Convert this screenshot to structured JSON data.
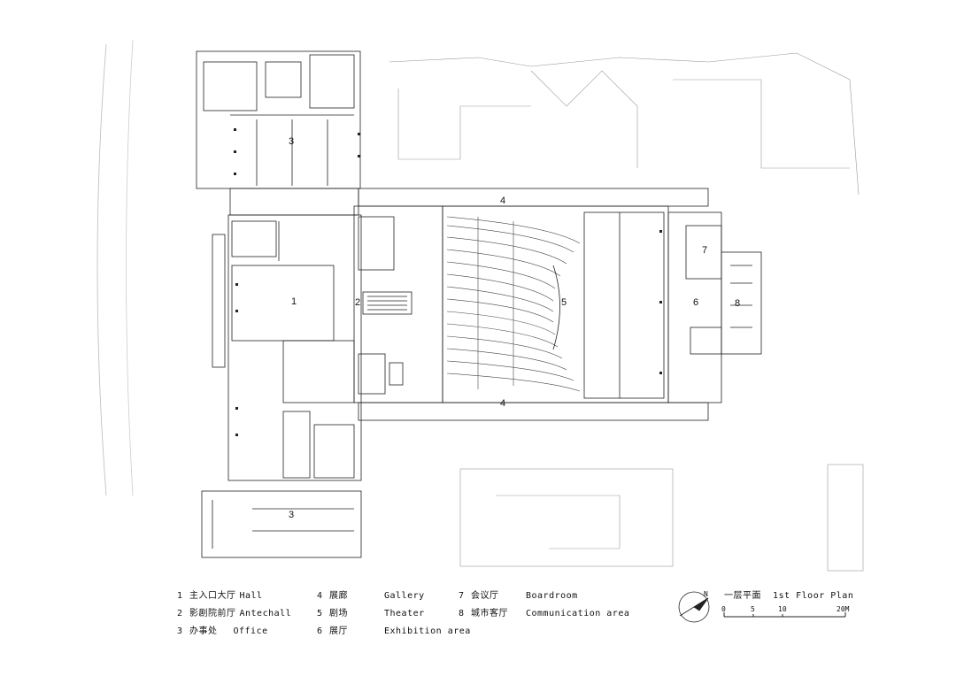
{
  "rooms": [
    {
      "num": "1"
    },
    {
      "num": "2"
    },
    {
      "num": "3"
    },
    {
      "num": "3"
    },
    {
      "num": "4"
    },
    {
      "num": "4"
    },
    {
      "num": "5"
    },
    {
      "num": "6"
    },
    {
      "num": "7"
    },
    {
      "num": "8"
    }
  ],
  "legend": [
    {
      "num": "1",
      "zh": "主入口大厅",
      "en": "Hall"
    },
    {
      "num": "2",
      "zh": "影剧院前厅",
      "en": "Antechall"
    },
    {
      "num": "3",
      "zh": "办事处",
      "en": "Office"
    },
    {
      "num": "4",
      "zh": "展廊",
      "en": "Gallery"
    },
    {
      "num": "5",
      "zh": "剧场",
      "en": "Theater"
    },
    {
      "num": "6",
      "zh": "展厅",
      "en": "Exhibition area"
    },
    {
      "num": "7",
      "zh": "会议厅",
      "en": "Boardroom"
    },
    {
      "num": "8",
      "zh": "城市客厅",
      "en": "Communication area"
    }
  ],
  "title": {
    "zh": "一层平面",
    "en": "1st Floor Plan"
  },
  "north": "N",
  "scale_labels": [
    "0",
    "5",
    "10",
    "20M"
  ]
}
